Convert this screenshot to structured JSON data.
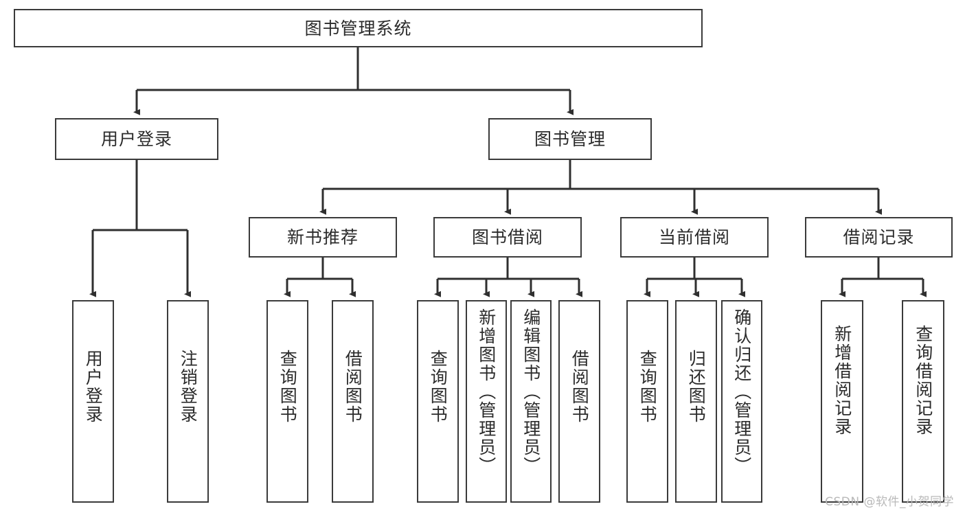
{
  "diagram": {
    "type": "tree-hierarchy-flowchart",
    "title_node": {
      "id": "root",
      "label": "图书管理系统"
    },
    "level2": [
      {
        "id": "user-login",
        "label": "用户登录"
      },
      {
        "id": "book-management",
        "label": "图书管理"
      }
    ],
    "level3": [
      {
        "id": "new-book-recommend",
        "label": "新书推荐",
        "parent": "book-management"
      },
      {
        "id": "book-borrow",
        "label": "图书借阅",
        "parent": "book-management"
      },
      {
        "id": "current-borrow",
        "label": "当前借阅",
        "parent": "book-management"
      },
      {
        "id": "borrow-record",
        "label": "借阅记录",
        "parent": "book-management"
      }
    ],
    "leaves": [
      {
        "id": "leaf-user-login",
        "label": "用户登录",
        "parent": "user-login"
      },
      {
        "id": "leaf-logout-login",
        "label": "注销登录",
        "parent": "user-login"
      },
      {
        "id": "leaf-query-book-1",
        "label": "查询图书",
        "parent": "new-book-recommend"
      },
      {
        "id": "leaf-borrow-book-1",
        "label": "借阅图书",
        "parent": "new-book-recommend"
      },
      {
        "id": "leaf-query-book-2",
        "label": "查询图书",
        "parent": "book-borrow"
      },
      {
        "id": "leaf-add-book",
        "label": "新增图书（管理员）",
        "parent": "book-borrow"
      },
      {
        "id": "leaf-edit-book",
        "label": "编辑图书（管理员）",
        "parent": "book-borrow"
      },
      {
        "id": "leaf-borrow-book-2",
        "label": "借阅图书",
        "parent": "book-borrow"
      },
      {
        "id": "leaf-query-book-3",
        "label": "查询图书",
        "parent": "current-borrow"
      },
      {
        "id": "leaf-return-book",
        "label": "归还图书",
        "parent": "current-borrow"
      },
      {
        "id": "leaf-confirm-return",
        "label": "确认归还（管理员）",
        "parent": "current-borrow"
      },
      {
        "id": "leaf-add-record",
        "label": "新增借阅记录",
        "parent": "borrow-record"
      },
      {
        "id": "leaf-query-record",
        "label": "查询借阅记录",
        "parent": "borrow-record"
      }
    ],
    "watermark": "CSDN @软件_小贺同学",
    "colors": {
      "border": "#3a3a3a",
      "text": "#2b2b2b",
      "background": "#ffffff",
      "connector": "#2f2f2f",
      "watermark": "#b9b9b9"
    }
  }
}
